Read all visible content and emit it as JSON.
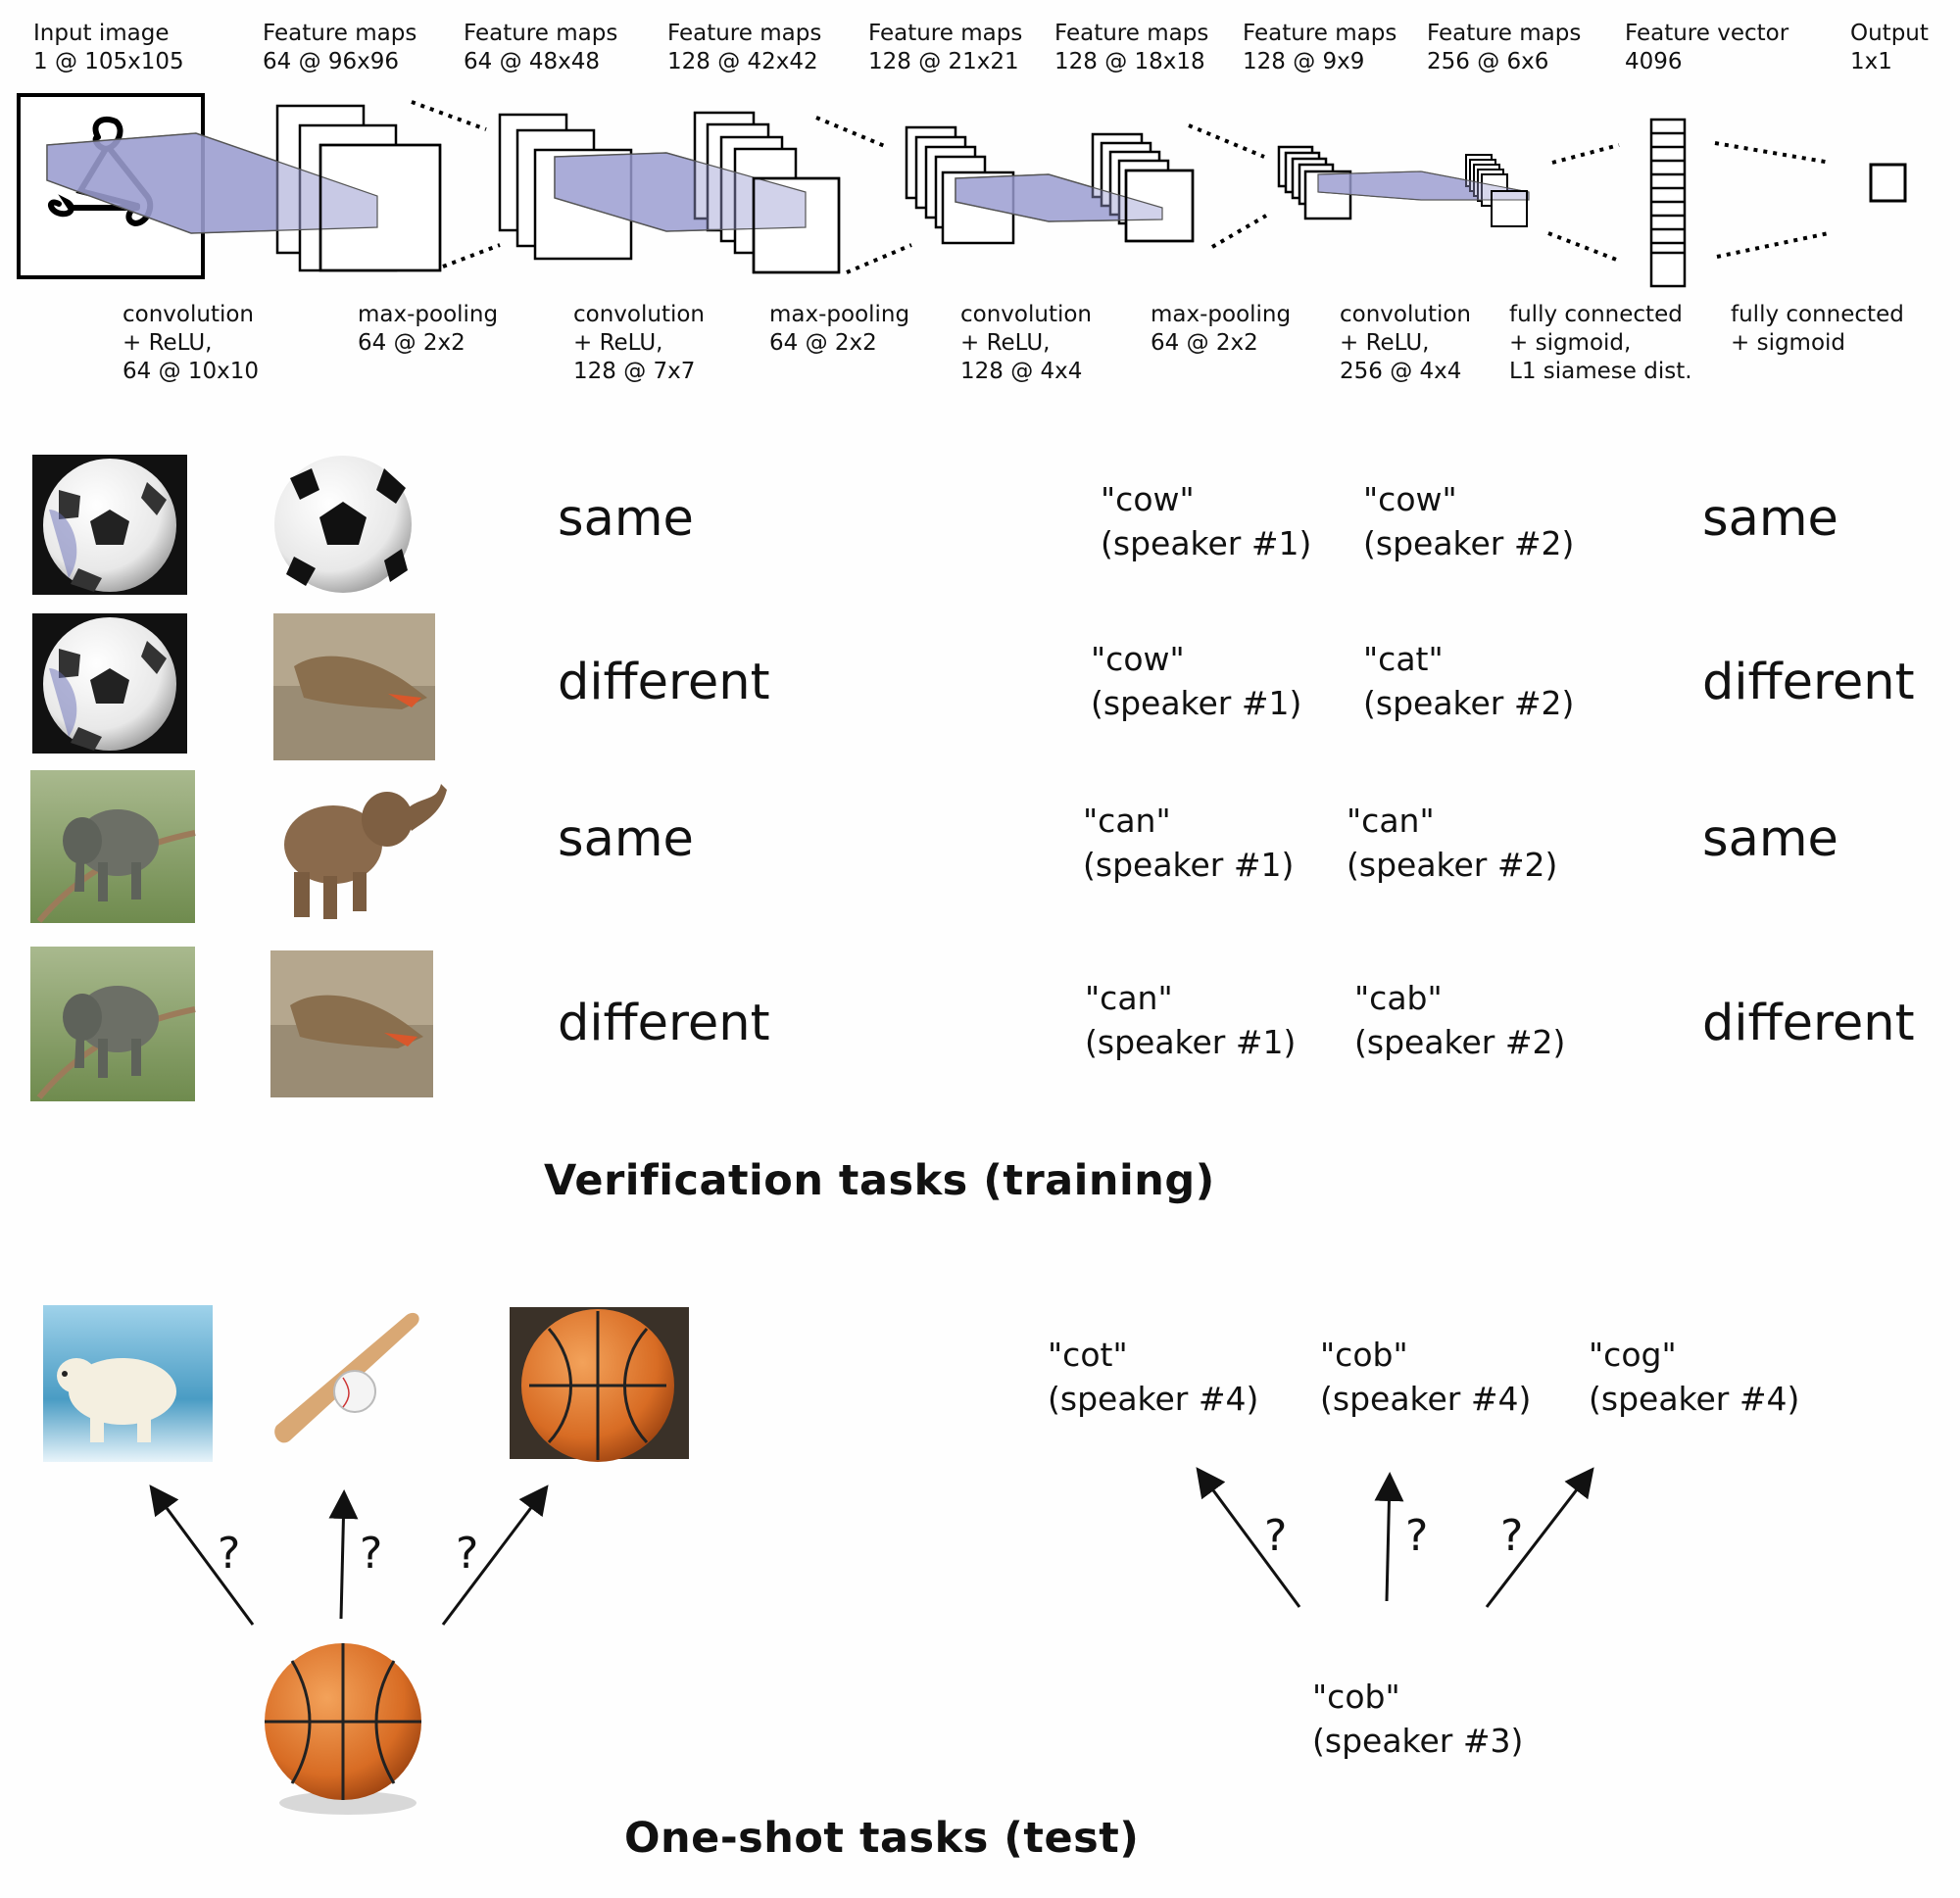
{
  "network": {
    "layers": [
      {
        "title": "Input image",
        "dims": "1 @ 105x105"
      },
      {
        "title": "Feature maps",
        "dims": "64 @ 96x96"
      },
      {
        "title": "Feature maps",
        "dims": "64 @ 48x48"
      },
      {
        "title": "Feature maps",
        "dims": "128 @ 42x42"
      },
      {
        "title": "Feature maps",
        "dims": "128 @ 21x21"
      },
      {
        "title": "Feature maps",
        "dims": "128 @ 18x18"
      },
      {
        "title": "Feature maps",
        "dims": "128 @ 9x9"
      },
      {
        "title": "Feature maps",
        "dims": "256 @ 6x6"
      },
      {
        "title": "Feature vector",
        "dims": "4096"
      },
      {
        "title": "Output",
        "dims": "1x1"
      }
    ],
    "operations": [
      {
        "lines": "convolution\n+ ReLU,\n64 @ 10x10"
      },
      {
        "lines": "max-pooling\n64 @ 2x2"
      },
      {
        "lines": "convolution\n+ ReLU,\n128 @ 7x7"
      },
      {
        "lines": "max-pooling\n64 @ 2x2"
      },
      {
        "lines": "convolution\n+ ReLU,\n128 @ 4x4"
      },
      {
        "lines": "max-pooling\n64 @ 2x2"
      },
      {
        "lines": "convolution\n+ ReLU,\n256 @ 4x4"
      },
      {
        "lines": "fully connected\n+ sigmoid,\nL1 siamese dist."
      },
      {
        "lines": "fully connected\n+ sigmoid"
      }
    ]
  },
  "verification": {
    "heading": "Verification tasks (training)",
    "image_rows": [
      {
        "left": "soccer ball",
        "right": "soccer ball",
        "label": "same"
      },
      {
        "left": "soccer ball",
        "right": "crocodile",
        "label": "different"
      },
      {
        "left": "elephant",
        "right": "elephant",
        "label": "same"
      },
      {
        "left": "elephant",
        "right": "crocodile",
        "label": "different"
      }
    ],
    "audio_rows": [
      {
        "a_word": "\"cow\"",
        "a_speaker": "(speaker #1)",
        "b_word": "\"cow\"",
        "b_speaker": "(speaker #2)",
        "label": "same"
      },
      {
        "a_word": "\"cow\"",
        "a_speaker": "(speaker #1)",
        "b_word": "\"cat\"",
        "b_speaker": "(speaker #2)",
        "label": "different"
      },
      {
        "a_word": "\"can\"",
        "a_speaker": "(speaker #1)",
        "b_word": "\"can\"",
        "b_speaker": "(speaker #2)",
        "label": "same"
      },
      {
        "a_word": "\"can\"",
        "a_speaker": "(speaker #1)",
        "b_word": "\"cab\"",
        "b_speaker": "(speaker #2)",
        "label": "different"
      }
    ]
  },
  "oneshot": {
    "heading": "One-shot tasks (test)",
    "image_candidates": [
      "polar bear",
      "baseball bat",
      "basketball"
    ],
    "image_query": "basketball",
    "audio_candidates": [
      {
        "word": "\"cot\"",
        "speaker": "(speaker #4)"
      },
      {
        "word": "\"cob\"",
        "speaker": "(speaker #4)"
      },
      {
        "word": "\"cog\"",
        "speaker": "(speaker #4)"
      }
    ],
    "audio_query": {
      "word": "\"cob\"",
      "speaker": "(speaker #3)"
    },
    "question_mark": "?"
  },
  "colors": {
    "conv_beam": "#8e90c8",
    "stroke": "#111111"
  }
}
